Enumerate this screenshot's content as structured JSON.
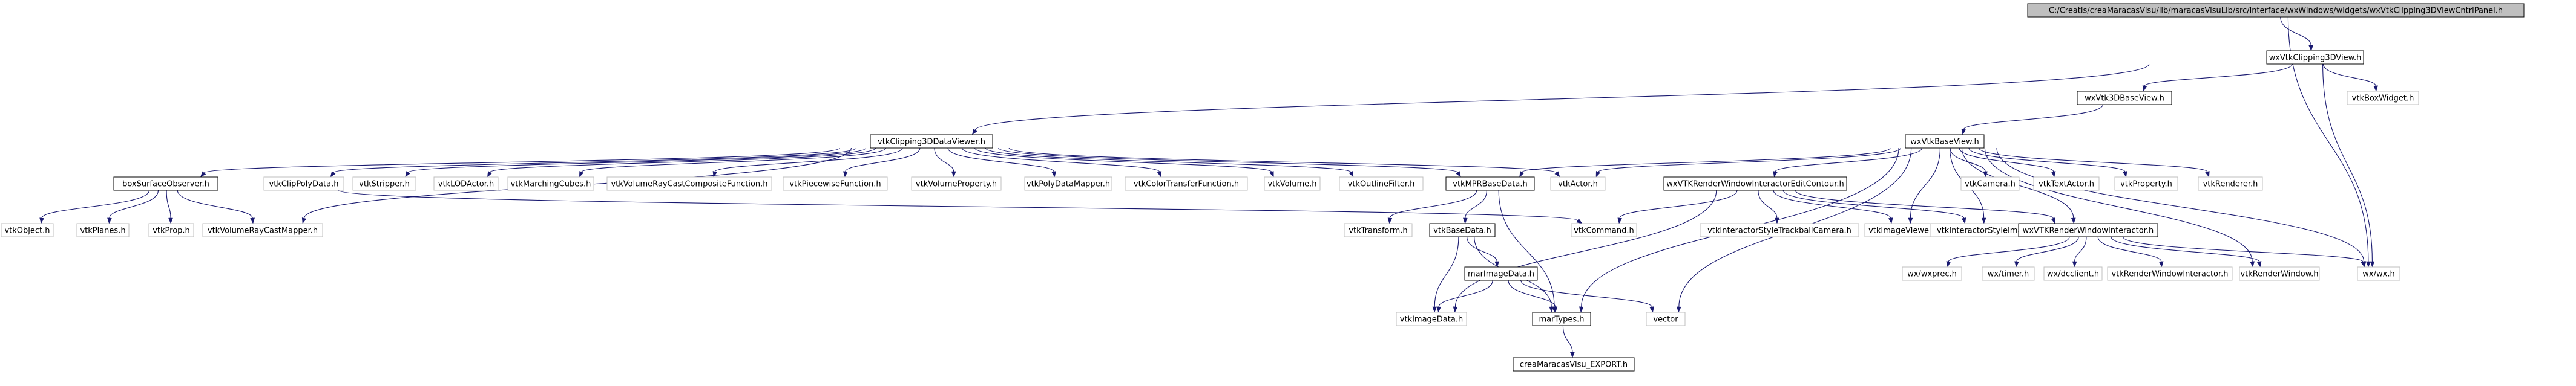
{
  "colors": {
    "edge": "#191970",
    "root_fill": "#bfbfbf",
    "node_border": "#000000",
    "external_border": "#bfbfbf"
  },
  "nodes": [
    {
      "id": "root",
      "label": "C:/Creatis/creaMaracasVisu/lib/maracasVisuLib/src/interface/wxWindows/widgets/wxVtkClipping3DViewCntrlPanel.h",
      "kind": "root"
    },
    {
      "id": "wxVtkClipping3DView",
      "label": "wxVtkClipping3DView.h",
      "kind": "doc"
    },
    {
      "id": "wxVtk3DBaseView",
      "label": "wxVtk3DBaseView.h",
      "kind": "doc"
    },
    {
      "id": "vtkBoxWidget",
      "label": "vtkBoxWidget.h",
      "kind": "plain"
    },
    {
      "id": "vtkClipping3DDataViewer",
      "label": "vtkClipping3DDataViewer.h",
      "kind": "doc"
    },
    {
      "id": "wxVtkBaseView",
      "label": "wxVtkBaseView.h",
      "kind": "doc"
    },
    {
      "id": "boxSurfaceObserver",
      "label": "boxSurfaceObserver.h",
      "kind": "doc"
    },
    {
      "id": "vtkClipPolyData",
      "label": "vtkClipPolyData.h",
      "kind": "plain"
    },
    {
      "id": "vtkStripper",
      "label": "vtkStripper.h",
      "kind": "plain"
    },
    {
      "id": "vtkLODActor",
      "label": "vtkLODActor.h",
      "kind": "plain"
    },
    {
      "id": "vtkMarchingCubes",
      "label": "vtkMarchingCubes.h",
      "kind": "plain"
    },
    {
      "id": "vtkVolumeRayCastCompositeFunction",
      "label": "vtkVolumeRayCastCompositeFunction.h",
      "kind": "plain"
    },
    {
      "id": "vtkPiecewiseFunction",
      "label": "vtkPiecewiseFunction.h",
      "kind": "plain"
    },
    {
      "id": "vtkVolumeProperty",
      "label": "vtkVolumeProperty.h",
      "kind": "plain"
    },
    {
      "id": "vtkPolyDataMapper",
      "label": "vtkPolyDataMapper.h",
      "kind": "plain"
    },
    {
      "id": "vtkColorTransferFunction",
      "label": "vtkColorTransferFunction.h",
      "kind": "plain"
    },
    {
      "id": "vtkVolume",
      "label": "vtkVolume.h",
      "kind": "plain"
    },
    {
      "id": "vtkOutlineFilter",
      "label": "vtkOutlineFilter.h",
      "kind": "plain"
    },
    {
      "id": "vtkMPRBaseData",
      "label": "vtkMPRBaseData.h",
      "kind": "doc"
    },
    {
      "id": "vtkActor",
      "label": "vtkActor.h",
      "kind": "plain"
    },
    {
      "id": "wxVTKRenderWindowInteractorEditContour",
      "label": "wxVTKRenderWindowInteractorEditContour.h",
      "kind": "doc"
    },
    {
      "id": "vtkCamera",
      "label": "vtkCamera.h",
      "kind": "plain"
    },
    {
      "id": "vtkTextActor",
      "label": "vtkTextActor.h",
      "kind": "plain"
    },
    {
      "id": "vtkProperty",
      "label": "vtkProperty.h",
      "kind": "plain"
    },
    {
      "id": "vtkRenderer",
      "label": "vtkRenderer.h",
      "kind": "plain"
    },
    {
      "id": "vtkObject",
      "label": "vtkObject.h",
      "kind": "plain"
    },
    {
      "id": "vtkPlanes",
      "label": "vtkPlanes.h",
      "kind": "plain"
    },
    {
      "id": "vtkProp",
      "label": "vtkProp.h",
      "kind": "plain"
    },
    {
      "id": "vtkVolumeRayCastMapper",
      "label": "vtkVolumeRayCastMapper.h",
      "kind": "plain"
    },
    {
      "id": "vtkTransform",
      "label": "vtkTransform.h",
      "kind": "plain"
    },
    {
      "id": "vtkBaseData",
      "label": "vtkBaseData.h",
      "kind": "doc"
    },
    {
      "id": "vtkCommand",
      "label": "vtkCommand.h",
      "kind": "plain"
    },
    {
      "id": "vtkInteractorStyleTrackballCamera",
      "label": "vtkInteractorStyleTrackballCamera.h",
      "kind": "plain"
    },
    {
      "id": "vtkImageViewer2",
      "label": "vtkImageViewer2.h",
      "kind": "plain"
    },
    {
      "id": "vtkInteractorStyleImage",
      "label": "vtkInteractorStyleImage.h",
      "kind": "plain"
    },
    {
      "id": "wxVTKRenderWindowInteractor",
      "label": "wxVTKRenderWindowInteractor.h",
      "kind": "doc"
    },
    {
      "id": "wxwx",
      "label": "wx/wx.h",
      "kind": "plain"
    },
    {
      "id": "marImageData",
      "label": "marImageData.h",
      "kind": "doc"
    },
    {
      "id": "wxwxprec",
      "label": "wx/wxprec.h",
      "kind": "plain"
    },
    {
      "id": "wxtimer",
      "label": "wx/timer.h",
      "kind": "plain"
    },
    {
      "id": "wxdcclient",
      "label": "wx/dcclient.h",
      "kind": "plain"
    },
    {
      "id": "vtkRenderWindowInteractor",
      "label": "vtkRenderWindowInteractor.h",
      "kind": "plain"
    },
    {
      "id": "vtkRenderWindow",
      "label": "vtkRenderWindow.h",
      "kind": "plain"
    },
    {
      "id": "vtkImageData",
      "label": "vtkImageData.h",
      "kind": "plain"
    },
    {
      "id": "marTypes",
      "label": "marTypes.h",
      "kind": "doc"
    },
    {
      "id": "vector",
      "label": "vector",
      "kind": "plain"
    },
    {
      "id": "creaMaracasVisu_EXPORT",
      "label": "creaMaracasVisu_EXPORT.h",
      "kind": "doc"
    }
  ],
  "edges": [
    [
      "root",
      "wxVtkClipping3DView"
    ],
    [
      "root",
      "wxwx"
    ],
    [
      "wxVtkClipping3DView",
      "wxVtk3DBaseView"
    ],
    [
      "wxVtkClipping3DView",
      "vtkBoxWidget"
    ],
    [
      "wxVtkClipping3DView",
      "vtkClipping3DDataViewer"
    ],
    [
      "wxVtkClipping3DView",
      "wxwx"
    ],
    [
      "wxVtk3DBaseView",
      "wxVtkBaseView"
    ],
    [
      "vtkClipping3DDataViewer",
      "boxSurfaceObserver"
    ],
    [
      "vtkClipping3DDataViewer",
      "vtkClipPolyData"
    ],
    [
      "vtkClipping3DDataViewer",
      "vtkStripper"
    ],
    [
      "vtkClipping3DDataViewer",
      "vtkLODActor"
    ],
    [
      "vtkClipping3DDataViewer",
      "vtkMarchingCubes"
    ],
    [
      "vtkClipping3DDataViewer",
      "vtkVolumeRayCastCompositeFunction"
    ],
    [
      "vtkClipping3DDataViewer",
      "vtkPiecewiseFunction"
    ],
    [
      "vtkClipping3DDataViewer",
      "vtkVolumeProperty"
    ],
    [
      "vtkClipping3DDataViewer",
      "vtkPolyDataMapper"
    ],
    [
      "vtkClipping3DDataViewer",
      "vtkColorTransferFunction"
    ],
    [
      "vtkClipping3DDataViewer",
      "vtkVolume"
    ],
    [
      "vtkClipping3DDataViewer",
      "vtkOutlineFilter"
    ],
    [
      "vtkClipping3DDataViewer",
      "vtkMPRBaseData"
    ],
    [
      "vtkClipping3DDataViewer",
      "vtkActor"
    ],
    [
      "vtkClipping3DDataViewer",
      "vtkVolumeRayCastMapper"
    ],
    [
      "wxVtkBaseView",
      "vtkMPRBaseData"
    ],
    [
      "wxVtkBaseView",
      "vtkActor"
    ],
    [
      "wxVtkBaseView",
      "wxVTKRenderWindowInteractorEditContour"
    ],
    [
      "wxVtkBaseView",
      "vtkCamera"
    ],
    [
      "wxVtkBaseView",
      "vtkTextActor"
    ],
    [
      "wxVtkBaseView",
      "vtkProperty"
    ],
    [
      "wxVtkBaseView",
      "vtkRenderer"
    ],
    [
      "wxVtkBaseView",
      "vtkImageViewer2"
    ],
    [
      "wxVtkBaseView",
      "vtkInteractorStyleImage"
    ],
    [
      "wxVtkBaseView",
      "wxVTKRenderWindowInteractor"
    ],
    [
      "wxVtkBaseView",
      "vtkRenderWindow"
    ],
    [
      "wxVtkBaseView",
      "wxwx"
    ],
    [
      "wxVtkBaseView",
      "marTypes"
    ],
    [
      "wxVtkBaseView",
      "vector"
    ],
    [
      "boxSurfaceObserver",
      "vtkObject"
    ],
    [
      "boxSurfaceObserver",
      "vtkPlanes"
    ],
    [
      "boxSurfaceObserver",
      "vtkProp"
    ],
    [
      "boxSurfaceObserver",
      "vtkVolumeRayCastMapper"
    ],
    [
      "boxSurfaceObserver",
      "vtkCommand"
    ],
    [
      "vtkMPRBaseData",
      "vtkTransform"
    ],
    [
      "vtkMPRBaseData",
      "vtkBaseData"
    ],
    [
      "vtkMPRBaseData",
      "marTypes"
    ],
    [
      "wxVTKRenderWindowInteractorEditContour",
      "vtkCommand"
    ],
    [
      "wxVTKRenderWindowInteractorEditContour",
      "vtkInteractorStyleTrackballCamera"
    ],
    [
      "wxVTKRenderWindowInteractorEditContour",
      "vtkImageViewer2"
    ],
    [
      "wxVTKRenderWindowInteractorEditContour",
      "vtkInteractorStyleImage"
    ],
    [
      "wxVTKRenderWindowInteractorEditContour",
      "wxVTKRenderWindowInteractor"
    ],
    [
      "wxVTKRenderWindowInteractorEditContour",
      "vtkImageData"
    ],
    [
      "wxVTKRenderWindowInteractor",
      "wxwx"
    ],
    [
      "wxVTKRenderWindowInteractor",
      "wxwxprec"
    ],
    [
      "wxVTKRenderWindowInteractor",
      "wxtimer"
    ],
    [
      "wxVTKRenderWindowInteractor",
      "wxdcclient"
    ],
    [
      "wxVTKRenderWindowInteractor",
      "vtkRenderWindowInteractor"
    ],
    [
      "wxVTKRenderWindowInteractor",
      "vtkRenderWindow"
    ],
    [
      "vtkBaseData",
      "marImageData"
    ],
    [
      "vtkBaseData",
      "vtkImageData"
    ],
    [
      "vtkBaseData",
      "marTypes"
    ],
    [
      "marImageData",
      "vtkImageData"
    ],
    [
      "marImageData",
      "marTypes"
    ],
    [
      "marImageData",
      "vector"
    ],
    [
      "marTypes",
      "creaMaracasVisu_EXPORT"
    ]
  ]
}
